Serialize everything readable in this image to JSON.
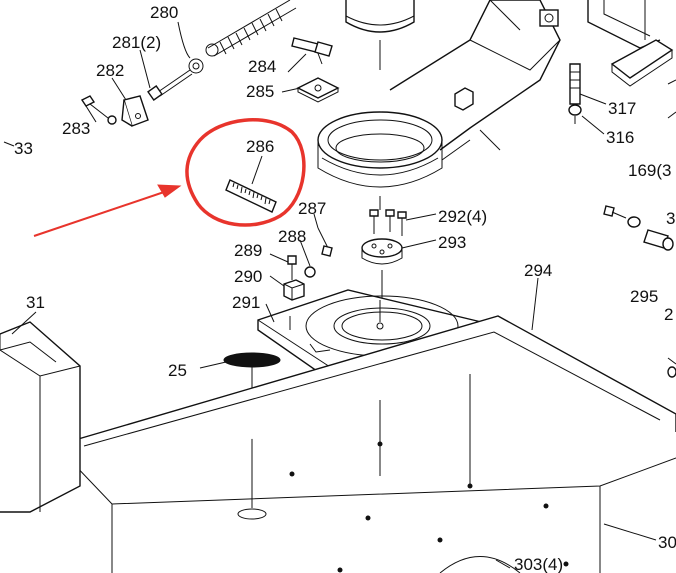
{
  "labels": {
    "l280": "280",
    "l281": "281(2)",
    "l282": "282",
    "l283": "283",
    "l284": "284",
    "l285": "285",
    "l286": "286",
    "l287": "287",
    "l288": "288",
    "l289": "289",
    "l290": "290",
    "l291": "291",
    "l292": "292(4)",
    "l293": "293",
    "l294": "294",
    "l295": "295",
    "l295b": "2",
    "l25": "25",
    "l31": "31",
    "l33": "33",
    "l317": "317",
    "l316": "316",
    "l169": "169(3",
    "l303": "303(4)",
    "l30": "30",
    "l3": "3"
  },
  "colors": {
    "annotation": "#e8342c",
    "ink": "#111111"
  }
}
